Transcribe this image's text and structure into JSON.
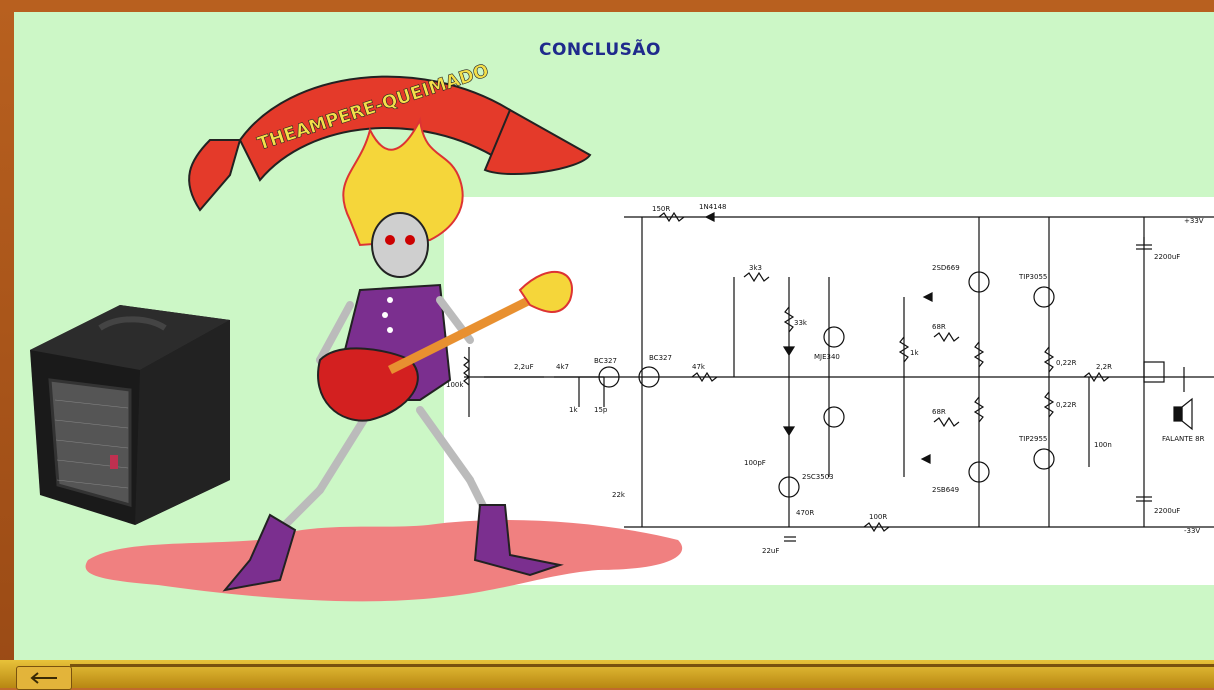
{
  "slide": {
    "title": "CONCLUSÃO",
    "banner_text": "THEAMPERE-QUEIMADO"
  },
  "schematic": {
    "labels": {
      "in_pot": "100k",
      "c_in": "2,2uF",
      "r1": "4k7",
      "r2": "1k",
      "r3": "15p",
      "q1": "BC327",
      "q2": "BC327",
      "r_top": "150R",
      "d_top": "1N4148",
      "r_3k3": "3k3",
      "r_47k": "47k",
      "r_33k": "33k",
      "r_1k": "1k",
      "q_vbe": "MJE340",
      "driver_top": "2SD669",
      "driver_bot": "2SB649",
      "out_top": "TIP3055",
      "out_bot": "TIP2955",
      "r_022_a": "0,22R",
      "r_022_b": "0,22R",
      "r_out": "2,2R",
      "c_out": "100n",
      "vplus": "+33V",
      "vminus": "-33V",
      "c_big_top": "2200uF",
      "c_big_bot": "2200uF",
      "speaker": "FALANTE 8R",
      "r_100": "100R",
      "c_100p": "100pF",
      "q_vas": "2SC3503",
      "r_68": "68R",
      "r_68b": "68R",
      "r_470": "470R",
      "r_22k": "22k",
      "c_22u": "22uF"
    }
  },
  "navigation": {
    "back_icon": "back-arrow-icon"
  },
  "colors": {
    "board": "#ccf7c6",
    "frame": "#b8601f",
    "title": "#1f2a8c",
    "shadow": "#f08080",
    "jacket": "#7b2f8f",
    "guitar": "#d32020"
  }
}
